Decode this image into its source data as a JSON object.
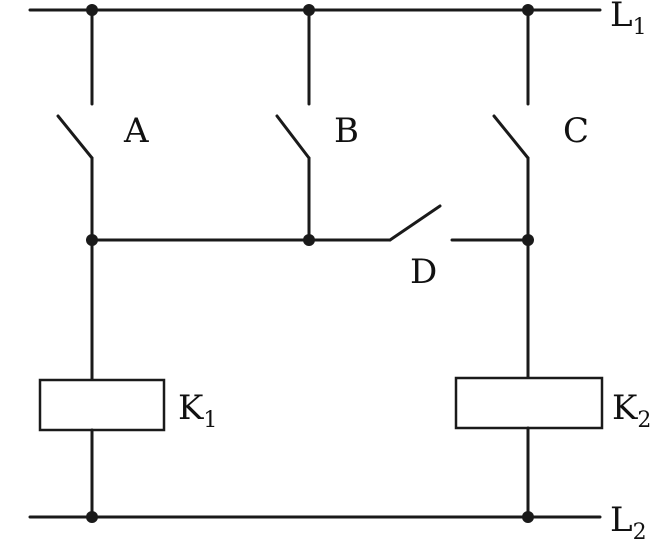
{
  "rails": {
    "top": {
      "letter": "L",
      "sub": "1"
    },
    "bottom": {
      "letter": "L",
      "sub": "2"
    }
  },
  "switches": {
    "a": "A",
    "b": "B",
    "c": "C",
    "d": "D"
  },
  "coils": {
    "k1": {
      "letter": "K",
      "sub": "1"
    },
    "k2": {
      "letter": "K",
      "sub": "2"
    }
  },
  "colors": {
    "ink": "#1a1a1a",
    "background": "#ffffff"
  }
}
